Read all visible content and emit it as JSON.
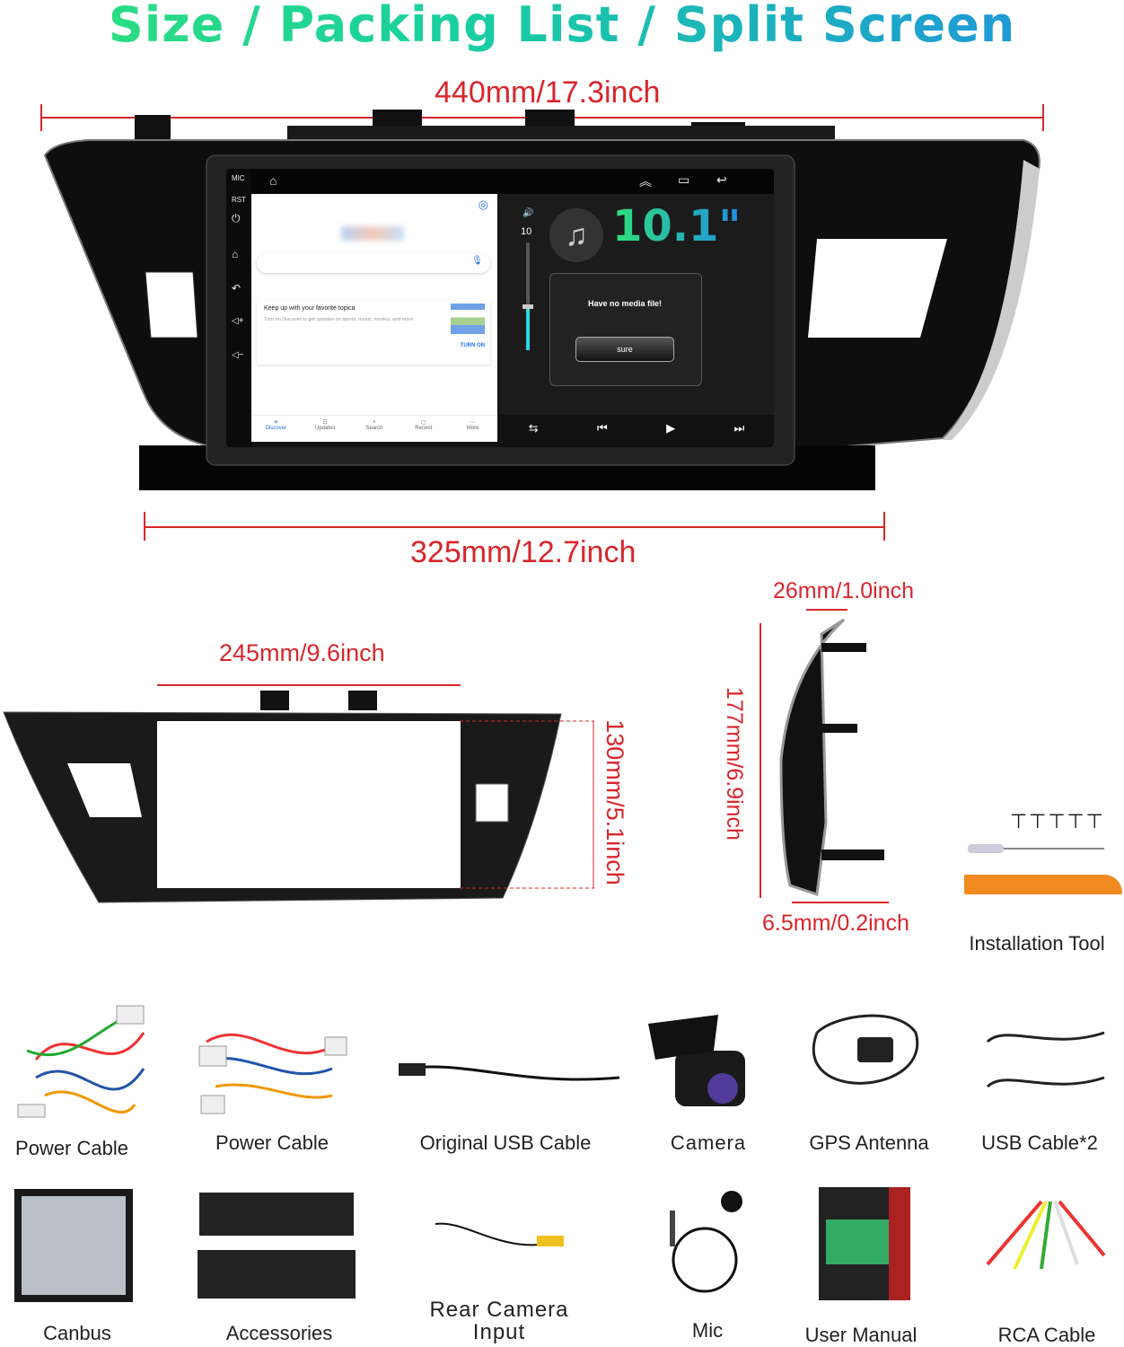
{
  "title": "Size / Packing List / Split Screen",
  "dimensions": {
    "width_total": "440mm/17.3inch",
    "width_screen": "325mm/12.7inch",
    "frame_width": "245mm/9.6inch",
    "frame_height": "130mm/5.1inch",
    "side_depth_top": "26mm/1.0inch",
    "side_height": "177mm/6.9inch",
    "side_depth_bottom": "6.5mm/0.2inch"
  },
  "screen": {
    "side_labels": [
      "MIC",
      "RST"
    ],
    "left_app": {
      "card_title": "Keep up with your favorite topica",
      "card_body": "Turn on Discover to get updates on sports, music, movies, and more",
      "card_action": "TURN ON",
      "tabs": [
        "Discover",
        "Updates",
        "Search",
        "Recent",
        "More"
      ]
    },
    "right_app": {
      "volume": "10",
      "size_badge": "10.1\"",
      "dialog_text": "Have no media file!",
      "dialog_button": "sure",
      "accent": "#2ad6e8"
    }
  },
  "items": [
    {
      "label": "Installation Tool"
    },
    {
      "label": "Power Cable"
    },
    {
      "label": "Power Cable"
    },
    {
      "label": "Original USB Cable"
    },
    {
      "label": "Camera"
    },
    {
      "label": "GPS Antenna"
    },
    {
      "label": "USB Cable*2"
    },
    {
      "label": "Canbus"
    },
    {
      "label": "Accessories"
    },
    {
      "label": "Rear Camera Input"
    },
    {
      "label": "Mic"
    },
    {
      "label": "User Manual"
    },
    {
      "label": "RCA Cable"
    }
  ]
}
